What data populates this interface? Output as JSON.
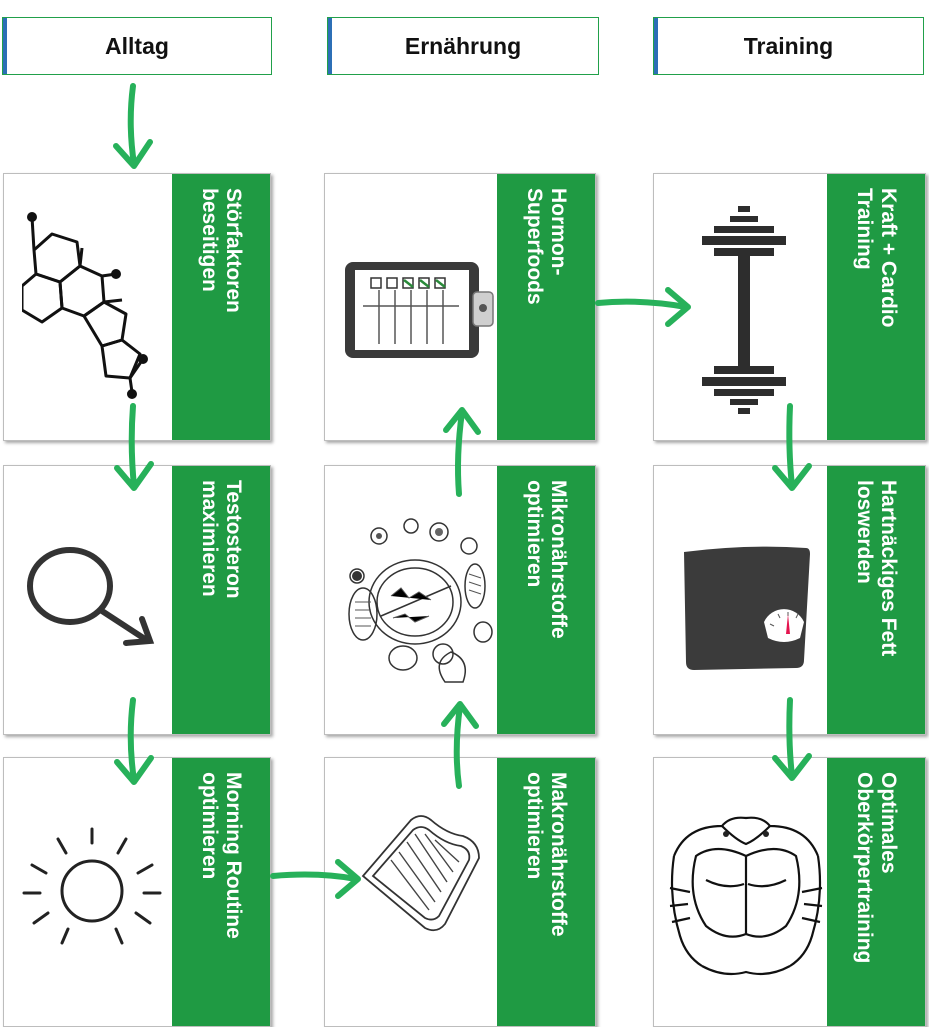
{
  "columns": [
    {
      "title": "Alltag"
    },
    {
      "title": "Ernährung"
    },
    {
      "title": "Training"
    }
  ],
  "cards": {
    "stoerfaktoren": {
      "line1": "Störfaktoren",
      "line2": "beseitigen",
      "icon": "steroid-molecule-icon"
    },
    "testosteron": {
      "line1": "Testosteron",
      "line2": "maximieren",
      "icon": "male-symbol-icon"
    },
    "morning": {
      "line1": "Morning Routine",
      "line2": "optimieren",
      "icon": "sun-icon"
    },
    "hormon": {
      "line1": "Hormon-",
      "line2": "Superfoods",
      "icon": "clipboard-checklist-icon"
    },
    "mikro": {
      "line1": "Mikronährstoffe",
      "line2": "optimieren",
      "icon": "food-plates-icon"
    },
    "makro": {
      "line1": "Makronährstoffe",
      "line2": "optimieren",
      "icon": "food-tray-icon"
    },
    "kraft": {
      "line1": "Kraft + Cardio",
      "line2": "Training",
      "icon": "barbell-icon"
    },
    "fett": {
      "line1": "Hartnäckiges Fett",
      "line2": "loswerden",
      "icon": "scale-icon"
    },
    "oberkoerper": {
      "line1": "Optimales",
      "line2": "Oberkörpertraining",
      "icon": "upper-body-muscles-icon"
    }
  },
  "colors": {
    "accent_green": "#1f9a43",
    "arrow_green": "#27b15a",
    "header_border": "#21a04a",
    "header_blue": "#2c6fb6"
  }
}
